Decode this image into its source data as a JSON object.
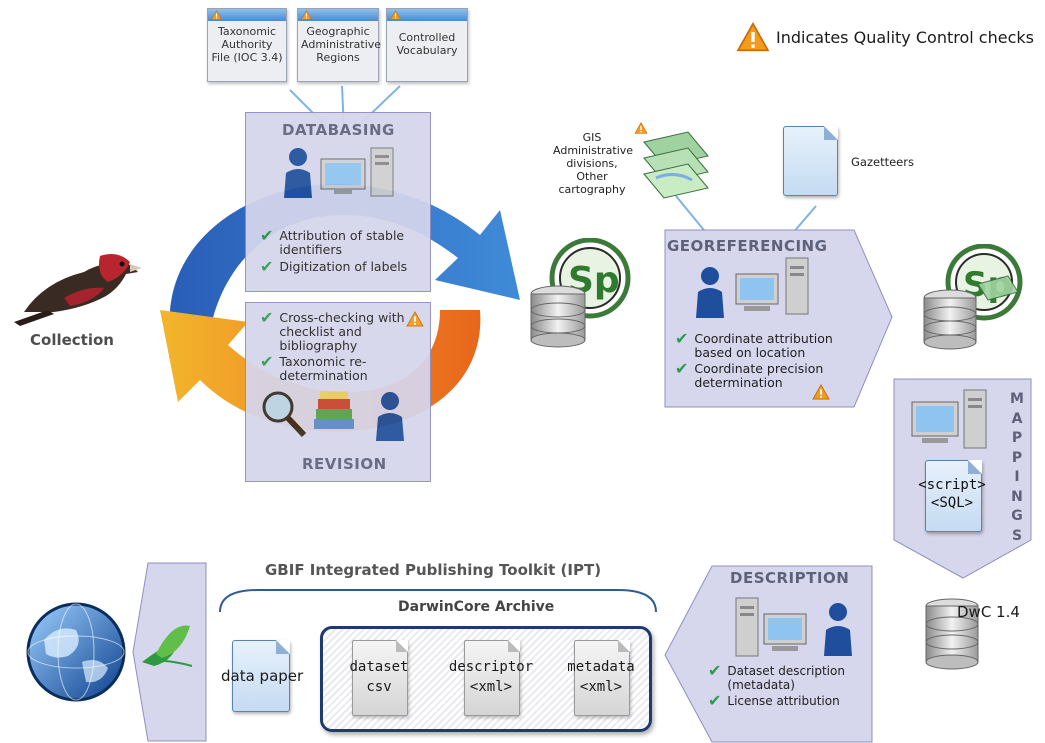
{
  "legend": {
    "text": "Indicates Quality Control checks"
  },
  "top_sources": [
    {
      "label": "Taxonomic Authority File (IOC 3.4)"
    },
    {
      "label": "Geographic Administrative Regions"
    },
    {
      "label": "Controlled Vocabulary"
    }
  ],
  "databasing": {
    "title": "DATABASING",
    "items": [
      "Attribution of stable identifiers",
      "Digitization of labels"
    ]
  },
  "revision": {
    "title": "REVISION",
    "items": [
      "Cross-checking with checklist and bibliography",
      "Taxonomic re-determination"
    ]
  },
  "collection": {
    "label": "Collection"
  },
  "gis": {
    "label": "GIS Administrative divisions, Other cartography"
  },
  "gazetteers": {
    "label": "Gazetteers"
  },
  "georeferencing": {
    "title": "GEOREFERENCING",
    "items": [
      "Coordinate attribution based on location",
      "Coordinate precision determination"
    ]
  },
  "mappings": {
    "title": "MAPPINGS",
    "script": "<script>",
    "sql": "<SQL>"
  },
  "dwc": {
    "label": "DwC 1.4"
  },
  "description": {
    "title": "DESCRIPTION",
    "items": [
      "Dataset description (metadata)",
      "License attribution"
    ]
  },
  "ipt": {
    "title": "GBIF Integrated Publishing Toolkit (IPT)"
  },
  "archive": {
    "title": "DarwinCore Archive",
    "data_paper": "data paper",
    "docs": [
      {
        "line1": "dataset",
        "line2": "csv"
      },
      {
        "line1": "descriptor",
        "line2": "<xml>"
      },
      {
        "line1": "metadata",
        "line2": "<xml>"
      }
    ]
  },
  "colors": {
    "panel": "#d6d6ec",
    "arrow_blue": "#2f6fc4",
    "arrow_orange": "#f08a24",
    "check": "#2e9a4e",
    "warning": "#f29b1d"
  }
}
